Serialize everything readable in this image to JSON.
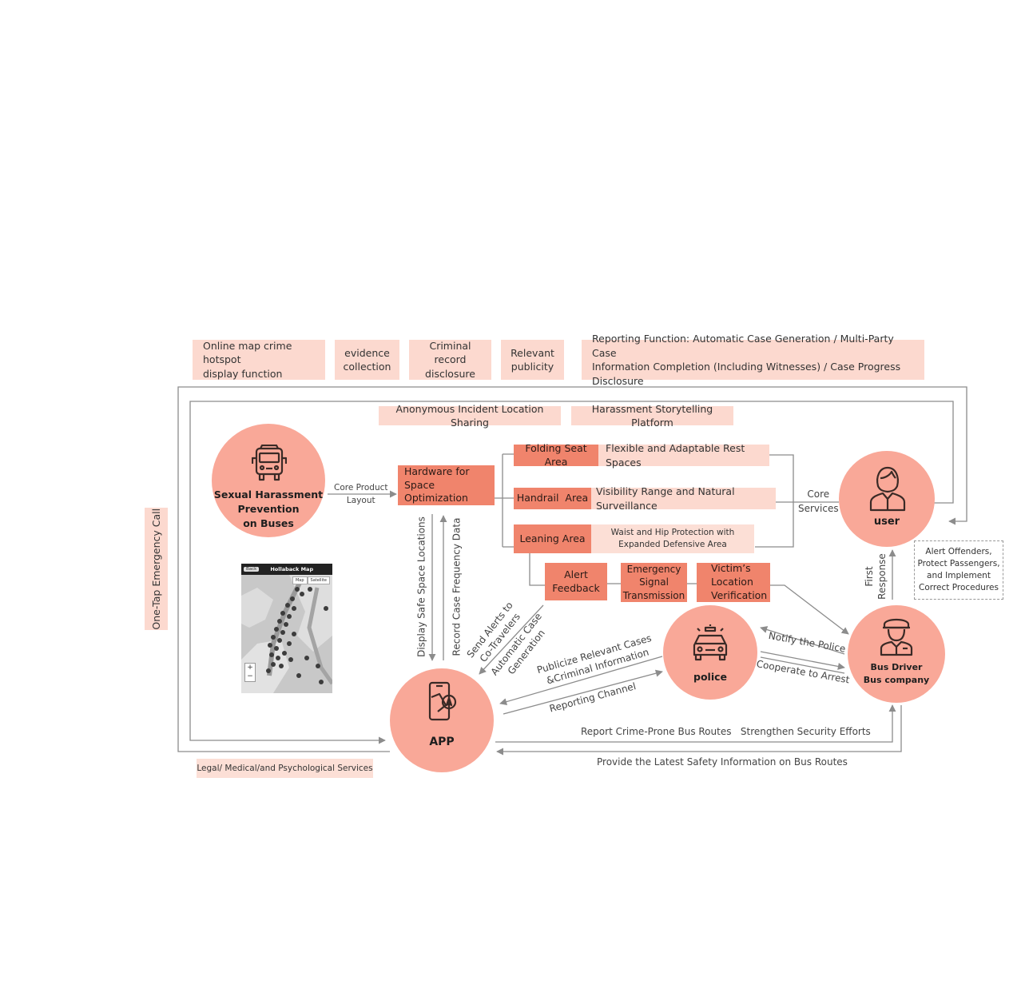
{
  "top_features": [
    {
      "text": "Online map crime hotspot\ndisplay function"
    },
    {
      "text": "evidence\ncollection"
    },
    {
      "text": "Criminal record\ndisclosure"
    },
    {
      "text": "Relevant\npublicity"
    },
    {
      "text": "Reporting Function: Automatic Case Generation / Multi-Party Case\nInformation Completion (Including Witnesses) / Case Progress Disclosure"
    }
  ],
  "sharing": {
    "anonymous": "Anonymous Incident Location Sharing",
    "storytelling": "Harassment Storytelling Platform"
  },
  "side_label": "One-Tap Emergency Call",
  "bottom_service": "Legal/ Medical/and Psychological Services",
  "nodes": {
    "bus": "Sexual Harassment\nPrevention\non Buses",
    "app": "APP",
    "police": "police",
    "user": "user",
    "driver": "Bus Driver\nBus company"
  },
  "hardware": "Hardware for\nSpace Optimization",
  "areas": [
    {
      "name": "Folding Seat Area",
      "desc": "Flexible and Adaptable Rest Spaces"
    },
    {
      "name": "Handrail  Area",
      "desc": "Visibility Range and Natural Surveillance"
    },
    {
      "name": "Leaning Area",
      "desc": "Waist and Hip Protection with\nExpanded Defensive Area"
    }
  ],
  "signals": [
    {
      "text": "Alert\nFeedback"
    },
    {
      "text": "Emergency\nSignal\nTransmission"
    },
    {
      "text": "Victim’s\nLocation\nVerification"
    }
  ],
  "dashed_note": "Alert Offenders,\nProtect Passengers,\nand Implement\nCorrect Procedures",
  "map": {
    "back": "Back",
    "title": "Hollaback Map",
    "tab_map": "Map",
    "tab_sat": "Satellite",
    "zoom_in": "+",
    "zoom_out": "−"
  },
  "edge_labels": {
    "core_product_layout": "Core Product\nLayout",
    "display_safe": "Display Safe Space Locations",
    "record_case": "Record Case Frequency Data",
    "send_alerts": "Send Alerts to\nCo-Travelers",
    "auto_case": "Automatic Case\nGeneration",
    "core_services": "Core\nServices",
    "first_response": "First\nResponse",
    "publicize": "Publicize Relevant Cases\n&Criminal Information",
    "reporting_channel": "Reporting Channel",
    "notify_police": "Notify the Police",
    "cooperate": "Cooperate to Arrest",
    "report_routes": "Report Crime-Prone Bus Routes   Strengthen Security Efforts",
    "provide_info": "Provide the Latest Safety Information on Bus Routes"
  },
  "colors": {
    "circle": "#f9a898",
    "light_box": "#fcd9cf",
    "dark_box": "#f0846c",
    "line": "#8c8c8c"
  }
}
